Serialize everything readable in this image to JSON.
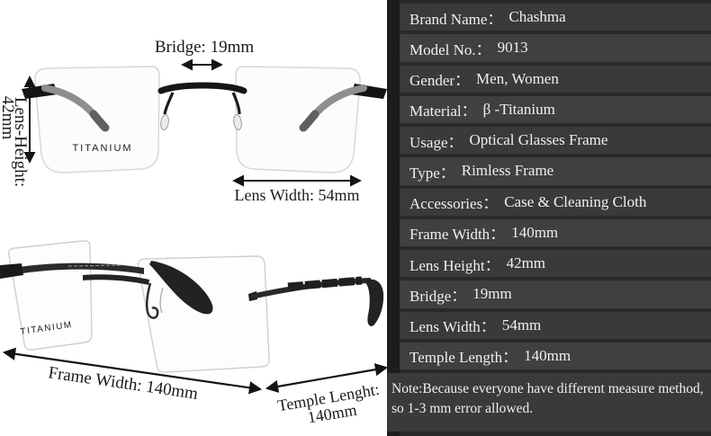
{
  "panel": {
    "rows": [
      {
        "label": "Brand Name：",
        "value": "Chashma"
      },
      {
        "label": "Model No.：",
        "value": "9013"
      },
      {
        "label": "Gender：",
        "value": "Men, Women"
      },
      {
        "label": "Material：",
        "value": "β -Titanium"
      },
      {
        "label": "Usage：",
        "value": "Optical Glasses Frame"
      },
      {
        "label": "Type：",
        "value": "Rimless Frame"
      },
      {
        "label": "Accessories：",
        "value": "Case & Cleaning Cloth"
      },
      {
        "label": "Frame Width：",
        "value": "140mm"
      },
      {
        "label": "Lens Height：",
        "value": "42mm"
      },
      {
        "label": "Bridge：",
        "value": "19mm"
      },
      {
        "label": "Lens Width：",
        "value": "54mm"
      },
      {
        "label": "Temple Length：",
        "value": "140mm"
      }
    ],
    "note_line1": "Note:Because everyone have different measure method,",
    "note_line2": "so 1-3 mm error allowed."
  },
  "annotations": {
    "bridge": "Bridge: 19mm",
    "lens_height_line1": "Lens-Height:",
    "lens_height_line2": "42mm",
    "lens_width": "Lens Width: 54mm",
    "frame_width": "Frame Width: 140mm",
    "temple_length_line1": "Temple Lenght:",
    "temple_length_line2": "140mm"
  },
  "product_marks": {
    "titanium_front": "TITANIUM",
    "titanium_side": "TITANIUM"
  },
  "colors": {
    "panel_strip": "#1c1c1e",
    "panel_gap": "#29292b",
    "panel_row": "#3a393b",
    "panel_text": "#f1f0ee",
    "metal_dark": "#1f1f21",
    "metal_silver": "#8e8e90",
    "lens_outline": "#d6d6d6",
    "annotation_text": "#1b1b1b"
  }
}
